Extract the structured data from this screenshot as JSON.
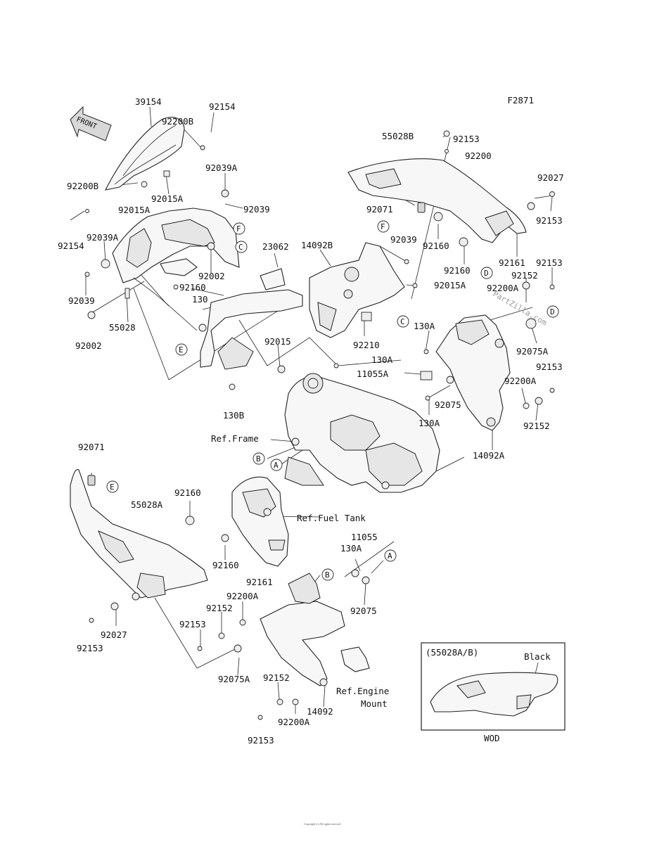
{
  "figure_code": "F2871",
  "front_arrow_text": "FRONT",
  "callout_letters": [
    "A",
    "B",
    "C",
    "D",
    "E",
    "F"
  ],
  "inset": {
    "caption": "(55028A/B)",
    "color_note": "Black",
    "model_code": "WOD"
  },
  "watermark": "PartZilla.com",
  "footer_text": "Copyright (c) All rights reserved",
  "part_labels": [
    {
      "id": "p39154",
      "text": "39154"
    },
    {
      "id": "p92200B_a",
      "text": "92200B"
    },
    {
      "id": "p92154_a",
      "text": "92154"
    },
    {
      "id": "p92200B_b",
      "text": "92200B"
    },
    {
      "id": "p92015A_a",
      "text": "92015A"
    },
    {
      "id": "p92015A_b",
      "text": "92015A"
    },
    {
      "id": "p92039A_a",
      "text": "92039A"
    },
    {
      "id": "p92039_a",
      "text": "92039"
    },
    {
      "id": "p92154_b",
      "text": "92154"
    },
    {
      "id": "p92039A_b",
      "text": "92039A"
    },
    {
      "id": "p92002_a",
      "text": "92002"
    },
    {
      "id": "p92039_b",
      "text": "92039"
    },
    {
      "id": "p92160_a",
      "text": "92160"
    },
    {
      "id": "p55028",
      "text": "55028"
    },
    {
      "id": "p92002_b",
      "text": "92002"
    },
    {
      "id": "p130_a",
      "text": "130"
    },
    {
      "id": "p23062",
      "text": "23062"
    },
    {
      "id": "p14092B",
      "text": "14092B"
    },
    {
      "id": "p92039_c",
      "text": "92039"
    },
    {
      "id": "p92015A_c",
      "text": "92015A"
    },
    {
      "id": "p92210",
      "text": "92210"
    },
    {
      "id": "p92015",
      "text": "92015"
    },
    {
      "id": "p130A_a",
      "text": "130A"
    },
    {
      "id": "p130A_b",
      "text": "130A"
    },
    {
      "id": "p11055A",
      "text": "11055A"
    },
    {
      "id": "p92075_a",
      "text": "92075"
    },
    {
      "id": "p130A_c",
      "text": "130A"
    },
    {
      "id": "p130B",
      "text": "130B"
    },
    {
      "id": "pRefFrame",
      "text": "Ref.Frame"
    },
    {
      "id": "p55028B",
      "text": "55028B"
    },
    {
      "id": "p92153_a",
      "text": "92153"
    },
    {
      "id": "p92200",
      "text": "92200"
    },
    {
      "id": "p92027_a",
      "text": "92027"
    },
    {
      "id": "p92071_a",
      "text": "92071"
    },
    {
      "id": "p92153_b",
      "text": "92153"
    },
    {
      "id": "p92160_b",
      "text": "92160"
    },
    {
      "id": "p92160_c",
      "text": "92160"
    },
    {
      "id": "p92161_a",
      "text": "92161"
    },
    {
      "id": "p92153_c",
      "text": "92153"
    },
    {
      "id": "p92152_a",
      "text": "92152"
    },
    {
      "id": "p92200A_a",
      "text": "92200A"
    },
    {
      "id": "p92075A_a",
      "text": "92075A"
    },
    {
      "id": "p92153_d",
      "text": "92153"
    },
    {
      "id": "p92200A_b",
      "text": "92200A"
    },
    {
      "id": "p92152_b",
      "text": "92152"
    },
    {
      "id": "p14092A",
      "text": "14092A"
    },
    {
      "id": "p92071_b",
      "text": "92071"
    },
    {
      "id": "p55028A",
      "text": "55028A"
    },
    {
      "id": "p92160_d",
      "text": "92160"
    },
    {
      "id": "pRefFuelTank",
      "text": "Ref.Fuel Tank"
    },
    {
      "id": "p11055",
      "text": "11055"
    },
    {
      "id": "p130A_d",
      "text": "130A"
    },
    {
      "id": "p92160_e",
      "text": "92160"
    },
    {
      "id": "p92161_b",
      "text": "92161"
    },
    {
      "id": "p92200A_c",
      "text": "92200A"
    },
    {
      "id": "p92075_b",
      "text": "92075"
    },
    {
      "id": "p92152_c",
      "text": "92152"
    },
    {
      "id": "p92153_e",
      "text": "92153"
    },
    {
      "id": "p92027_b",
      "text": "92027"
    },
    {
      "id": "p92153_f",
      "text": "92153"
    },
    {
      "id": "p92075A_b",
      "text": "92075A"
    },
    {
      "id": "p92152_d",
      "text": "92152"
    },
    {
      "id": "pRefEngine1",
      "text": "Ref.Engine"
    },
    {
      "id": "pRefEngine2",
      "text": "Mount"
    },
    {
      "id": "p14092",
      "text": "14092"
    },
    {
      "id": "p92200A_d",
      "text": "92200A"
    },
    {
      "id": "p92153_g",
      "text": "92153"
    }
  ]
}
